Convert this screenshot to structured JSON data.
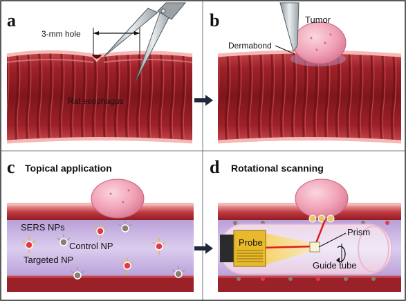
{
  "panels": {
    "a": {
      "letter": "a",
      "hole_label": "3-mm hole",
      "organ_label": "Rat esophagus"
    },
    "b": {
      "letter": "b",
      "tumor_label": "Tumor",
      "glue_label": "Dermabond"
    },
    "c": {
      "letter": "c",
      "title": "Topical application",
      "nps_label": "SERS NPs",
      "control_label": "Control NP",
      "targeted_label": "Targeted NP"
    },
    "d": {
      "letter": "d",
      "title": "Rotational scanning",
      "probe_label": "Probe",
      "prism_label": "Prism",
      "guide_label": "Guide tube"
    }
  },
  "colors": {
    "tissue_dark": "#8e1c22",
    "tissue_mid": "#c9434a",
    "tissue_light": "#f0a9a4",
    "lumen": "#cbb6e6",
    "tumor": "#f0a8bd",
    "laser": "#e01a1a",
    "probe_gold": "#e8b92a"
  }
}
